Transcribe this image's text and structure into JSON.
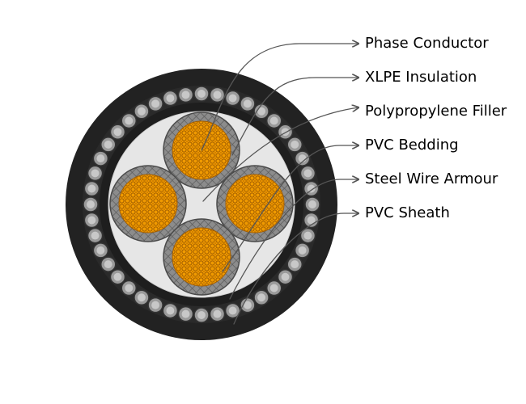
{
  "labels": [
    "Phase Conductor",
    "XLPE Insulation",
    "Polypropylene Filler",
    "PVC Bedding",
    "Steel Wire Armour",
    "PVC Sheath"
  ],
  "colors": {
    "sheath": "#222222",
    "armour_wire_outer": "#333333",
    "armour_wire_fill": "#9a9a9a",
    "armour_wire_highlight": "#c8c8c8",
    "bedding": "#1e1e1e",
    "filler": "#e6e6e6",
    "insulation": "#8c8c8c",
    "conductor": "#f09a00",
    "conductor_strand_edge": "#a35f00",
    "leader_line": "#555555",
    "text": "#000000"
  }
}
